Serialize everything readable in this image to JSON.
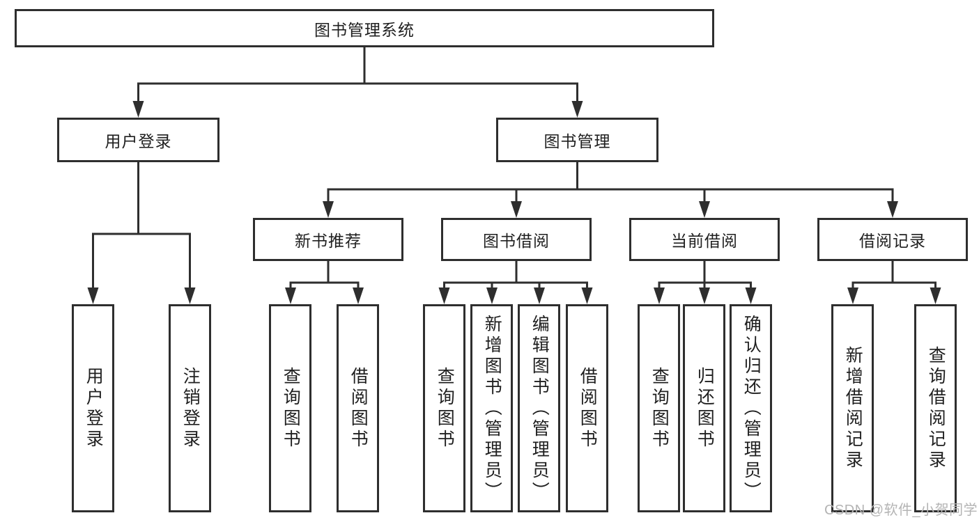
{
  "diagram_title": "图书管理系统",
  "tree": {
    "label": "图书管理系统",
    "children": [
      {
        "label": "用户登录",
        "children": [
          {
            "label": "用户登录"
          },
          {
            "label": "注销登录"
          }
        ]
      },
      {
        "label": "图书管理",
        "children": [
          {
            "label": "新书推荐",
            "children": [
              {
                "label": "查询图书"
              },
              {
                "label": "借阅图书"
              }
            ]
          },
          {
            "label": "图书借阅",
            "children": [
              {
                "label": "查询图书"
              },
              {
                "label": "新增图书（管理员）"
              },
              {
                "label": "编辑图书（管理员）"
              },
              {
                "label": "借阅图书"
              }
            ]
          },
          {
            "label": "当前借阅",
            "children": [
              {
                "label": "查询图书"
              },
              {
                "label": "归还图书"
              },
              {
                "label": "确认归还（管理员）"
              }
            ]
          },
          {
            "label": "借阅记录",
            "children": [
              {
                "label": "新增借阅记录"
              },
              {
                "label": "查询借阅记录"
              }
            ]
          }
        ]
      }
    ]
  },
  "watermark": "CSDN @软件_小贺同学",
  "colors": {
    "line": "#2e2e2e",
    "box_background": "#ffffff",
    "text": "#1f1f1f",
    "watermark": "#b4b4b4"
  }
}
